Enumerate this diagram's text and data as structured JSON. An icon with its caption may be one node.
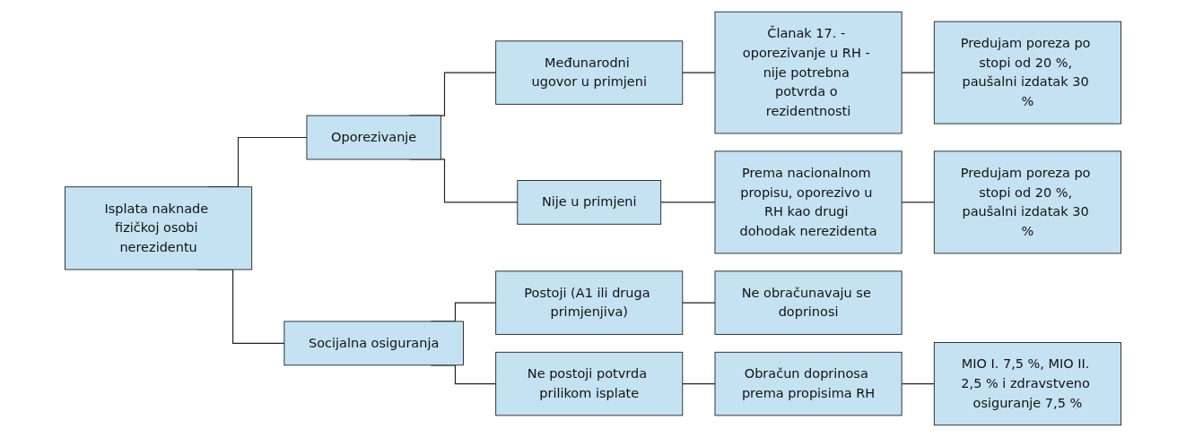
{
  "diagram": {
    "nodes": [
      {
        "text": [
          "Isplata naknade fizičkoj osobi nerezidentu"
        ]
      },
      {
        "text": [
          "Oporezivanje"
        ]
      },
      {
        "text": [
          "Socijalna osiguranja"
        ]
      },
      {
        "text": [
          "Međunarodni ugovor u primjeni"
        ]
      },
      {
        "text": [
          "Nije u primjeni"
        ]
      },
      {
        "text": [
          "Postoji (A1 ili druga primjenjiva)"
        ]
      },
      {
        "text": [
          "Ne postoji potvrda prilikom isplate"
        ]
      },
      {
        "text": [
          "Članak 17. - oporezivanje u RH - nije potrebna potvrda o rezidentnosti"
        ]
      },
      {
        "text": [
          "Prema nacionalnom propisu, oporezivo u RH kao drugi dohodak nerezidenta"
        ]
      },
      {
        "text": [
          "Ne obračunavaju se doprinosi"
        ]
      },
      {
        "text": [
          "Obračun doprinosa prema propisima RH"
        ]
      },
      {
        "text": [
          "Predujam poreza po stopi od 20 %, paušalni izdatak 30 %"
        ]
      },
      {
        "text": [
          "Predujam poreza po stopi od 20 %, paušalni izdatak 30 %"
        ]
      },
      {
        "text": [
          "MIO I. 7,5 %, MIO II. 2,5 % i zdravstveno osiguranje 7,5 %"
        ]
      }
    ],
    "edges": [
      {
        "from": 0,
        "to": 1,
        "arrow": "none"
      },
      {
        "from": 0,
        "to": 2,
        "arrow": "none"
      },
      {
        "from": 1,
        "to": 3,
        "arrow": "none"
      },
      {
        "from": 1,
        "to": 4,
        "arrow": "none"
      },
      {
        "from": 3,
        "to": 7,
        "arrow": "none"
      },
      {
        "from": 7,
        "to": 11,
        "arrow": "none"
      },
      {
        "from": 4,
        "to": 8,
        "arrow": "none"
      },
      {
        "from": 8,
        "to": 12,
        "arrow": "none"
      },
      {
        "from": 2,
        "to": 5,
        "arrow": "none"
      },
      {
        "from": 2,
        "to": 6,
        "arrow": "none"
      },
      {
        "from": 5,
        "to": 9,
        "arrow": "none"
      },
      {
        "from": 6,
        "to": 10,
        "arrow": "none"
      },
      {
        "from": 10,
        "to": 13,
        "arrow": "none"
      }
    ]
  }
}
